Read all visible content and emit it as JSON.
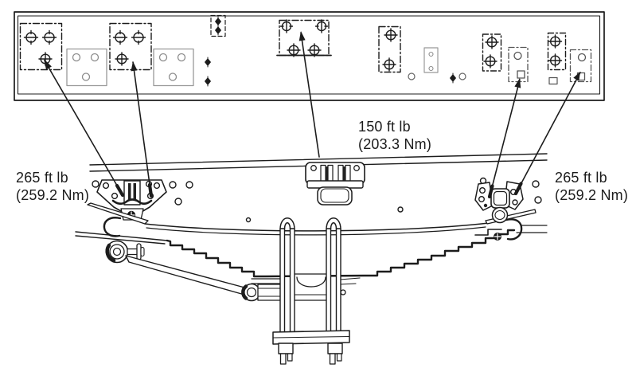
{
  "diagram": {
    "subject": "rear leaf spring suspension torque specification diagram",
    "views": {
      "top_band": "frame rail bolt hole pattern (top view)",
      "side": "frame rail with spring hangers, leaf spring, torque rod and u-bolts (side view)"
    },
    "callouts": [
      {
        "id": "front-hanger-torque",
        "torque": "265 ft lb",
        "metric": "(259.2 Nm)",
        "position": "left"
      },
      {
        "id": "center-bracket-torque",
        "torque": "150 ft lb",
        "metric": "(203.3 Nm)",
        "position": "center"
      },
      {
        "id": "rear-hanger-torque",
        "torque": "265 ft lb",
        "metric": "(259.2 Nm)",
        "position": "right"
      }
    ],
    "colors": {
      "ink": "#1c1c1c",
      "muted": "#909090",
      "boxes": "#555555",
      "background": "#ffffff"
    }
  }
}
